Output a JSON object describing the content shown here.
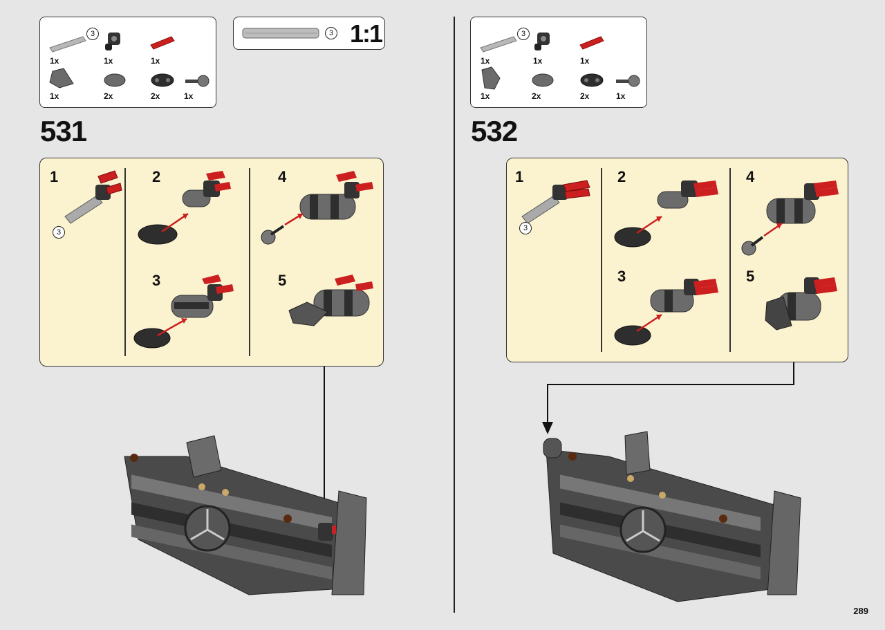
{
  "page_number": "289",
  "left": {
    "parts": {
      "axle_length": "3",
      "row1": [
        "1x",
        "1x",
        "1x"
      ],
      "row2": [
        "1x",
        "2x",
        "2x",
        "1x"
      ]
    },
    "scale_bar": {
      "length": "3",
      "ratio": "1:1"
    },
    "step_number": "531",
    "substeps": [
      "1",
      "2",
      "3",
      "4",
      "5"
    ],
    "substep1_axle_length": "3"
  },
  "right": {
    "parts": {
      "axle_length": "3",
      "row1": [
        "1x",
        "1x",
        "1x"
      ],
      "row2": [
        "1x",
        "2x",
        "2x",
        "1x"
      ]
    },
    "step_number": "532",
    "substeps": [
      "1",
      "2",
      "3",
      "4",
      "5"
    ],
    "substep1_axle_length": "3"
  },
  "colors": {
    "background": "#e6e6e6",
    "callout_fill": "#fbf3d0",
    "part_red": "#cc1f1f",
    "part_gray": "#6b6b6b",
    "part_dark": "#2e2e2e"
  }
}
